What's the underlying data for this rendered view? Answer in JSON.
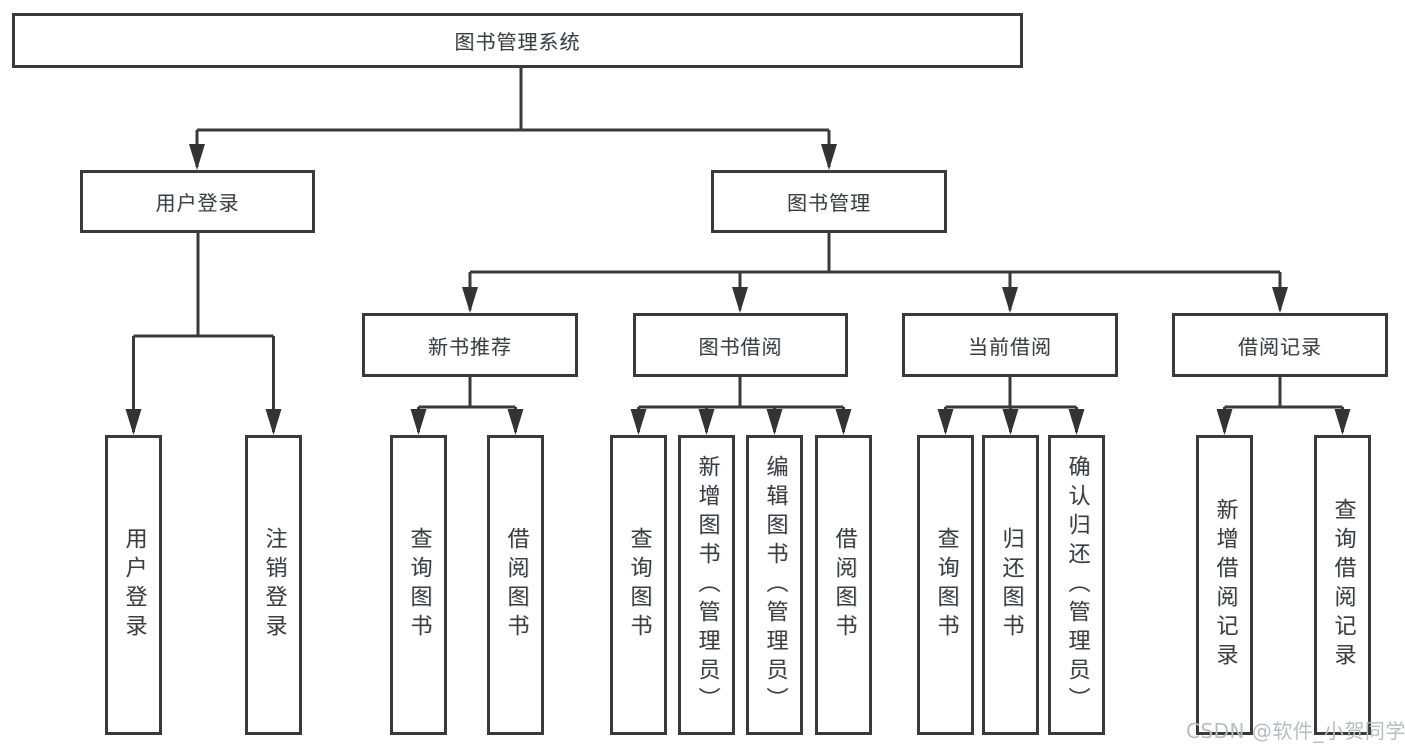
{
  "diagram_title": "图书管理系统",
  "tree": {
    "label": "图书管理系统",
    "children": [
      {
        "label": "用户登录",
        "children": [
          {
            "label": "用户登录"
          },
          {
            "label": "注销登录"
          }
        ]
      },
      {
        "label": "图书管理",
        "children": [
          {
            "label": "新书推荐",
            "children": [
              {
                "label": "查询图书"
              },
              {
                "label": "借阅图书"
              }
            ]
          },
          {
            "label": "图书借阅",
            "children": [
              {
                "label": "查询图书"
              },
              {
                "label": "新增图书（管理员）"
              },
              {
                "label": "编辑图书（管理员）"
              },
              {
                "label": "借阅图书"
              }
            ]
          },
          {
            "label": "当前借阅",
            "children": [
              {
                "label": "查询图书"
              },
              {
                "label": "归还图书"
              },
              {
                "label": "确认归还（管理员）"
              }
            ]
          },
          {
            "label": "借阅记录",
            "children": [
              {
                "label": "新增借阅记录"
              },
              {
                "label": "查询借阅记录"
              }
            ]
          }
        ]
      }
    ]
  },
  "colors": {
    "line": "#3a3a3a",
    "text": "#3d3d3d",
    "watermark": "#b9bcc1"
  },
  "watermark": "CSDN @软件_小贺同学"
}
